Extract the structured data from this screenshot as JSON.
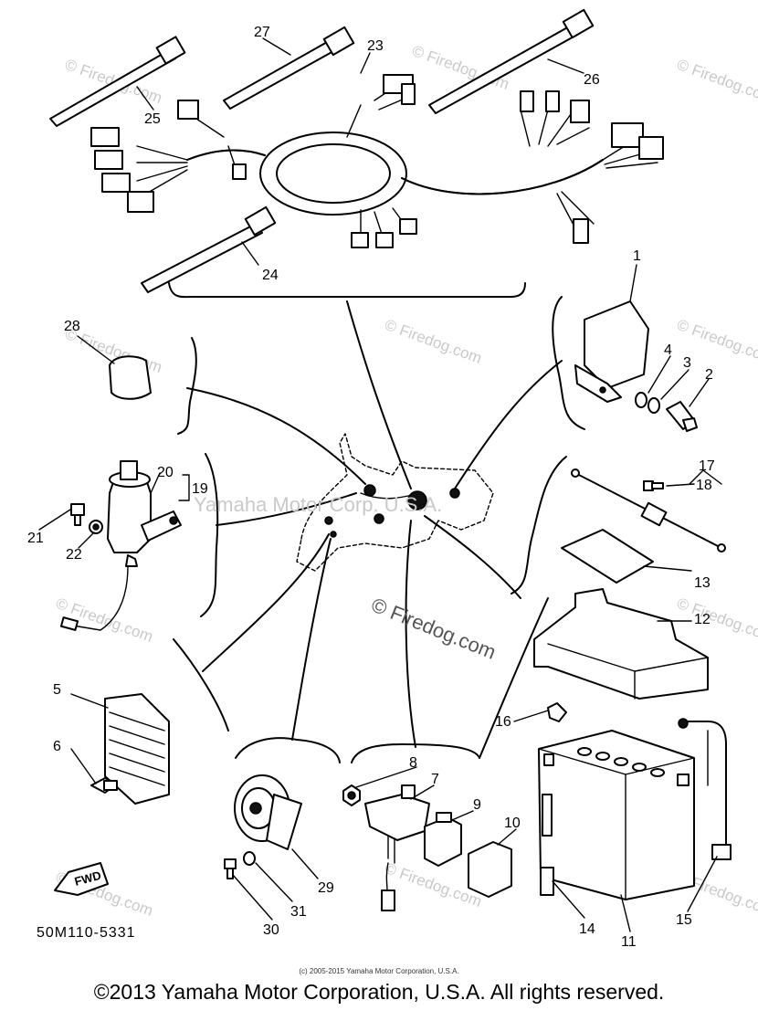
{
  "diagram": {
    "callouts": [
      "1",
      "2",
      "3",
      "4",
      "5",
      "6",
      "7",
      "8",
      "9",
      "10",
      "11",
      "12",
      "13",
      "14",
      "15",
      "16",
      "17",
      "18",
      "19",
      "20",
      "21",
      "22",
      "23",
      "24",
      "25",
      "26",
      "27",
      "28",
      "29",
      "30",
      "31"
    ],
    "fwd_label": "FWD",
    "drawing_code": "50M110-5331",
    "watermarks": {
      "center": "Yamaha Motor Corp. U.S.A.",
      "main": "© Firedog.com",
      "tile": "© Firedog.com"
    }
  },
  "footer": {
    "small_copyright": "(c) 2005-2015 Yamaha Motor Corporation, U.S.A.",
    "copyright": "©2013 Yamaha Motor Corporation, U.S.A. All rights reserved."
  }
}
